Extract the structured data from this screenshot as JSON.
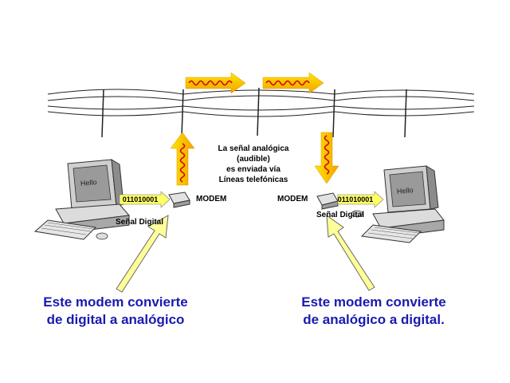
{
  "center_note": {
    "line1": "La señal analógica",
    "line2": "(audible)",
    "line3": "es enviada vía",
    "line4": "Líneas telefónicas"
  },
  "left": {
    "screen_text": "Hello",
    "bits": "011010001",
    "signal_label": "Señal Digital",
    "modem_label": "MODEM",
    "caption_line1": "Este modem convierte",
    "caption_line2": "de digital a analógico"
  },
  "right": {
    "screen_text": "Hello",
    "bits": "011010001",
    "signal_label": "Señal Digital",
    "modem_label": "MODEM",
    "caption_line1": "Este modem convierte",
    "caption_line2": "de analógico a  digital."
  },
  "colors": {
    "caption_blue": "#1a1ab0",
    "arrow_yellow": "#f5e100",
    "arrow_orange": "#f0a000",
    "wave_red": "#d40000",
    "pointer_fill": "#ffff99"
  }
}
